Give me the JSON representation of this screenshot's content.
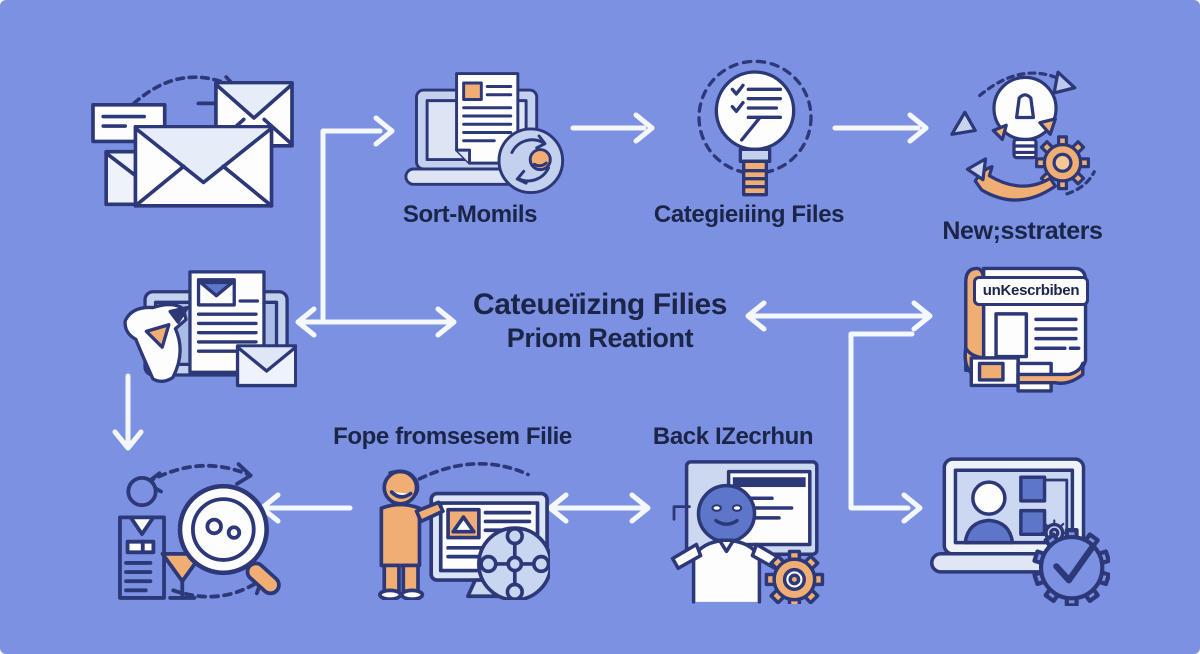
{
  "canvas": {
    "background_color": "#7d91e3"
  },
  "palette": {
    "outline": "#2c3878",
    "text": "#1b2547",
    "white": "#fdfdfe",
    "light_blue": "#ccd8f0",
    "mid_blue": "#5d76ca",
    "orange": "#f0ae74",
    "connector_white": "#f4f8fd"
  },
  "flow": {
    "top_row": {
      "email_stack": {
        "icon": "email-stack-icon"
      },
      "sort_emails": {
        "icon": "laptop-sync-icon",
        "label": "Sort-Momils"
      },
      "categorize_files": {
        "icon": "magnifier-checklist-icon",
        "label": "Categieıiing Files"
      },
      "newsletters": {
        "icon": "lightbulb-gear-icon",
        "label": "New;sstraters"
      }
    },
    "middle_row": {
      "document_mail": {
        "icon": "document-mail-monitor-icon"
      },
      "center_text": {
        "title": "Cateueïizing Filies",
        "subtitle": "Priom Reationt"
      },
      "newsletter_scroll": {
        "icon": "newspaper-scroll-icon",
        "banner_text": "unKescrbiben"
      }
    },
    "bottom_row": {
      "person_search": {
        "icon": "person-magnifier-icon"
      },
      "presenter": {
        "icon": "presenter-monitor-icon",
        "label": "Fope fromsesem Filie"
      },
      "person_gear": {
        "icon": "person-gear-icon",
        "label": "Back IZecrhun"
      },
      "laptop_approved": {
        "icon": "laptop-check-icon"
      }
    }
  }
}
